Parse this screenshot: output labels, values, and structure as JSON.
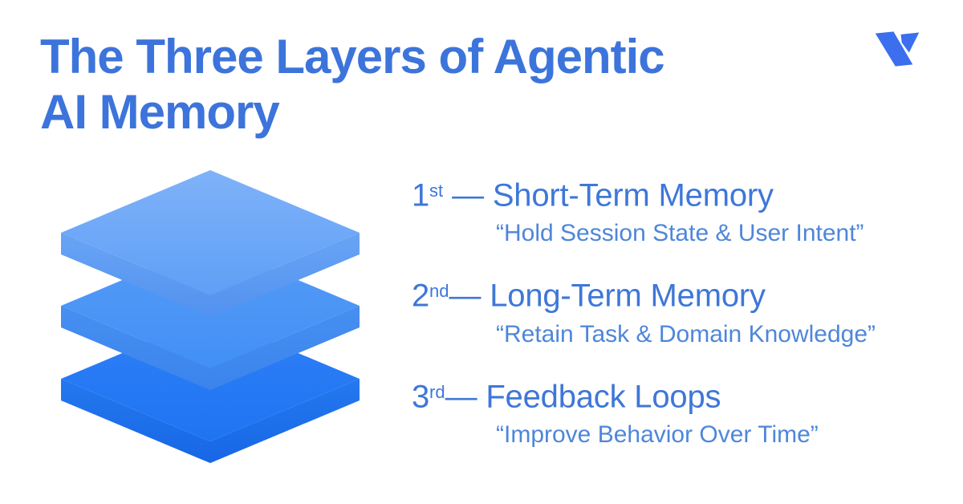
{
  "title": {
    "text": "The Three Layers of Agentic\nAI Memory",
    "color": "#3c74db"
  },
  "logo": {
    "name": "brand-v-logo",
    "color": "#3b6fee"
  },
  "diagram": {
    "type": "stacked-isometric-layers",
    "description": "Three stacked 3D square slabs, lightest blue on top to darkest blue on bottom",
    "layers": [
      {
        "position": "top",
        "top_color": "#7fb2f9",
        "bottom_color": "#5f9ff6",
        "side_top_color": "#69a4f5",
        "side_bottom_color": "#5292ef"
      },
      {
        "position": "middle",
        "top_color": "#559bf7",
        "bottom_color": "#4290f6",
        "side_top_color": "#478ff1",
        "side_bottom_color": "#3a84ec"
      },
      {
        "position": "bottom",
        "top_color": "#2f80f6",
        "bottom_color": "#1f74f3",
        "side_top_color": "#2578ef",
        "side_bottom_color": "#1767e6"
      }
    ]
  },
  "items": [
    {
      "ordinal": "1",
      "suffix": "st",
      "separator": " — ",
      "heading": "Short-Term Memory",
      "quote": "“Hold Session State & User Intent”"
    },
    {
      "ordinal": "2",
      "suffix": "nd",
      "separator": "— ",
      "heading": "Long-Term Memory",
      "quote": "“Retain Task & Domain Knowledge”"
    },
    {
      "ordinal": "3",
      "suffix": "rd",
      "separator": "— ",
      "heading": "Feedback Loops",
      "quote": "“Improve Behavior Over Time”"
    }
  ],
  "colors": {
    "title": "#3c74db",
    "item_heading": "#3e77d8",
    "item_quote": "#4e86da",
    "background": "#ffffff"
  }
}
